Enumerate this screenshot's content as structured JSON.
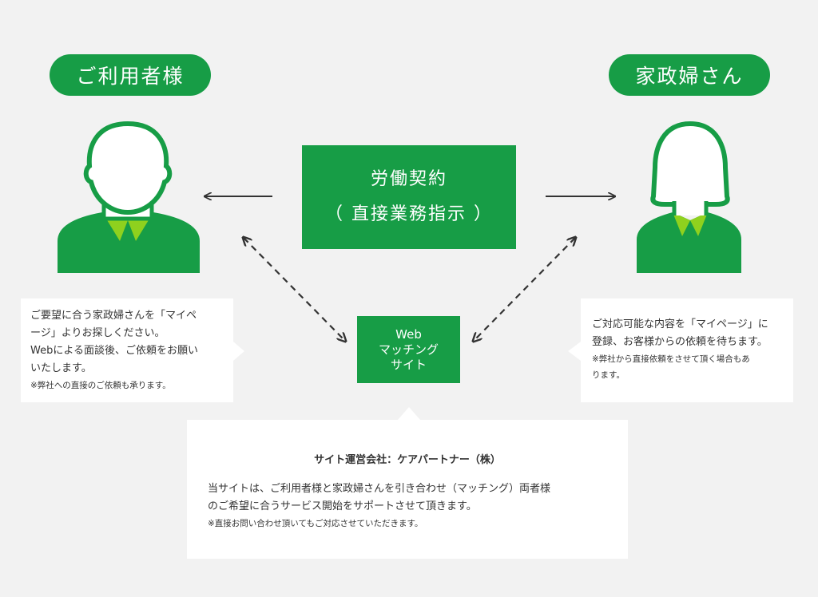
{
  "left_role": {
    "label": "ご利用者様"
  },
  "right_role": {
    "label": "家政婦さん"
  },
  "contract": {
    "line1": "労働契約",
    "line2": "（ 直接業務指示 ）"
  },
  "web_site": {
    "line1": "Web",
    "line2": "マッチング",
    "line3": "サイト"
  },
  "left_bubble": {
    "line1": "ご要望に合う家政婦さんを「マイペ",
    "line2": "ージ」よりお探しください。",
    "line3": "Webによる面談後、ご依頼をお願い",
    "line4": "いたします。",
    "note": "※弊社への直接のご依頼も承ります。"
  },
  "right_bubble": {
    "line1": "ご対応可能な内容を「マイページ」に",
    "line2": "登録、お客様からの依頼を待ちます。",
    "note1": "※弊社から直接依頼をさせて頂く場合もあ",
    "note2": "ります。"
  },
  "center_bubble": {
    "title": "サイト運営会社：ケアパートナー（株）",
    "line1": "当サイトは、ご利用者様と家政婦さんを引き合わせ（マッチング）両者様",
    "line2": "のご希望に合うサービス開始をサポートさせて頂きます。",
    "note": "※直接お問い合わせ頂いてもご対応させていただきます。"
  },
  "colors": {
    "brand_green": "#179d46",
    "light_green": "#8fd11e",
    "background": "#f2f2f2"
  }
}
